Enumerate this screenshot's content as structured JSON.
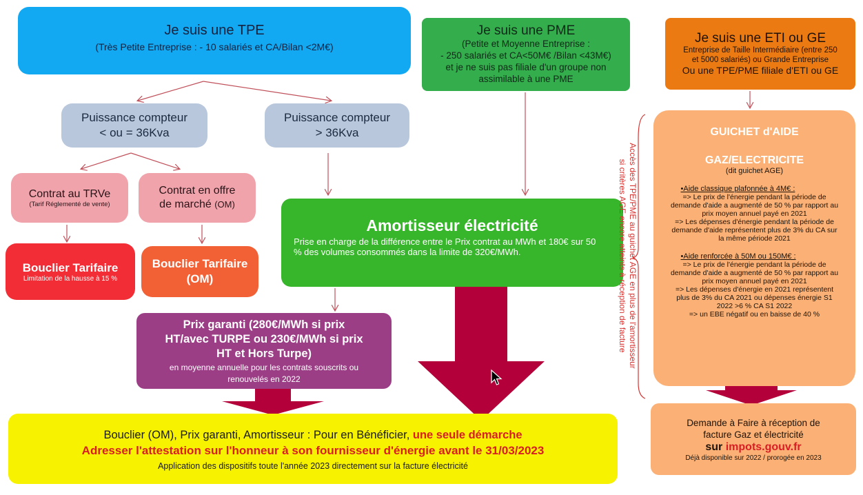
{
  "colors": {
    "tpe": "#12a8f2",
    "pme": "#34ad4c",
    "eti": "#ec7a12",
    "counter_boxes": "#b8c7dc",
    "contract_boxes": "#f0a3ab",
    "shield_trve": "#f22d35",
    "shield_om": "#f26136",
    "amortisseur": "#37b52b",
    "prix_garanti": "#9c3e86",
    "guichet": "#fbb175",
    "bottom_banner": "#f7f200",
    "arrows": "#b3003a",
    "emphasis_red": "#d81e24"
  },
  "tpe": {
    "title": "Je suis une TPE",
    "subtitle": "(Très Petite Entreprise : - 10 salariés et CA/Bilan <2M€)"
  },
  "pme": {
    "title": "Je suis une PME",
    "lines": [
      "(Petite et Moyenne Entreprise :",
      "- 250 salariés et CA<50M€ /Bilan <43M€)",
      "et je ne suis pas filiale d'un groupe non",
      "assimilable à une PME"
    ]
  },
  "eti": {
    "title": "Je suis une ETI ou GE",
    "lines": [
      "Entreprise de Taille Intermédiaire (entre 250",
      "et 5000 salariés) ou Grande Entreprise"
    ],
    "line2": "Ou  une TPE/PME filiale d'ETI ou GE"
  },
  "counter_low": {
    "line1": "Puissance compteur",
    "line2": "< ou = 36Kva"
  },
  "counter_high": {
    "line1": "Puissance compteur",
    "line2": "> 36Kva"
  },
  "contract_trve": {
    "title": "Contrat au TRVe",
    "subtitle": "(Tarif Réglementé de vente)"
  },
  "contract_om": {
    "line1": "Contrat en offre",
    "line2": "de marché",
    "suffix": "(OM)"
  },
  "shield_trve": {
    "title": "Bouclier Tarifaire",
    "subtitle": "Limitation de la hausse à 15 %"
  },
  "shield_om": {
    "line1": "Bouclier Tarifaire",
    "line2": "(OM)"
  },
  "amortisseur": {
    "title": "Amortisseur électricité",
    "text": "Prise en charge de la différence entre le Prix contrat au MWh et 180€ sur 50 % des volumes consommés dans la limite de 320€/MWh."
  },
  "prix_garanti": {
    "lines": [
      "Prix garanti (280€/MWh si prix",
      "HT/avec TURPE ou 230€/MWh si prix",
      "HT et Hors Turpe)"
    ],
    "note_lines": [
      "en moyenne annuelle pour les contrats souscrits ou",
      "renouvelés en 2022"
    ]
  },
  "guichet": {
    "title_lines": [
      "GUICHET d'AIDE",
      "GAZ/ELECTRICITE"
    ],
    "subtitle": "(dit guichet AGE)",
    "classic_title": "•Aide classique plafonnée à 4M€ :",
    "classic_lines": [
      "=> Le prix de l'énergie pendant la période de demande d'aide a augmenté de 50 % par rapport au prix moyen annuel payé en 2021",
      "=> Les dépenses d'énergie pendant la période de demande d'aide représentent plus de 3% du CA sur la même période 2021"
    ],
    "reinforced_title": "•Aide renforcée à 50M ou 150M€ :",
    "reinforced_lines": [
      "=> Le prix de l'énergie pendant la période de demande d'aide a augmenté de 50 % par rapport au prix moyen annuel payé en 2021",
      "=> Les dépenses d'énergie en 2021 représentent plus de 3% du CA 2021 ou dépenses énergie S1 2022 >6 % CA S1 2022",
      "=> un EBE négatif ou en baisse de 40 %"
    ]
  },
  "vertical_note": {
    "line1": "Accès des TPE/PME au guichet AGE en plus de l'amortisseur",
    "line2": "si critères AGE encore atteints à réception de facture"
  },
  "impots": {
    "line1": "Demande à Faire à réception de",
    "line2": "facture Gaz et électricité",
    "prefix": "sur",
    "site": "impots.gouv.fr",
    "note": "Déjà disponible sur 2022 / prorogée en 2023"
  },
  "bottom": {
    "line1_prefix": "Bouclier (OM), Prix garanti, Amortisseur : Pour en Bénéficier,",
    "line1_highlight": "une seule démarche",
    "line2": "Adresser l'attestation sur l'honneur à son fournisseur d'énergie avant le 31/03/2023",
    "line3": "Application des dispositifs toute l'année 2023 directement sur la facture électricité"
  },
  "cursor": "mouse-pointer-icon"
}
